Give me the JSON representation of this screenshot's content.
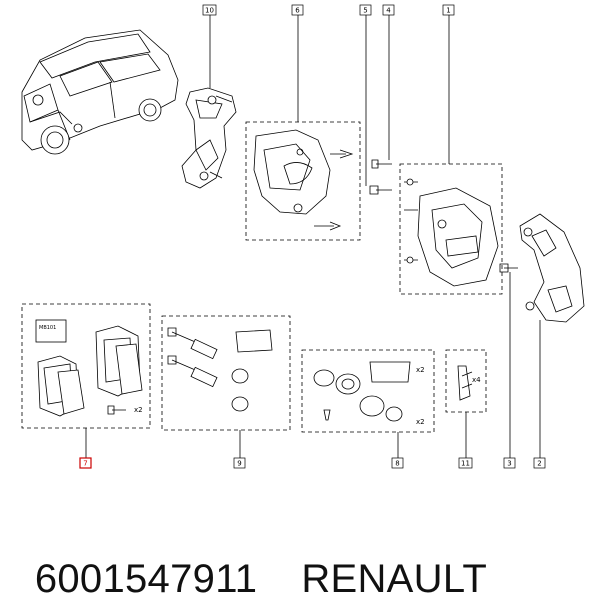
{
  "caption": {
    "part_number": "6001547911",
    "brand": "RENAULT"
  },
  "callouts": {
    "c10": "10",
    "c6": "6",
    "c5": "5",
    "c4": "4",
    "c1": "1",
    "c3": "3",
    "c2": "2",
    "c7": "7",
    "c9": "9",
    "c8": "8",
    "c11": "11"
  },
  "qty_labels": {
    "pads_bolts": "x2",
    "seal_tube": "x2",
    "seal_boot": "x2",
    "clip": "x4"
  },
  "pad_card_text": "MB101",
  "colors": {
    "line": "#000000",
    "highlight": "#cc0000",
    "background": "#ffffff"
  }
}
